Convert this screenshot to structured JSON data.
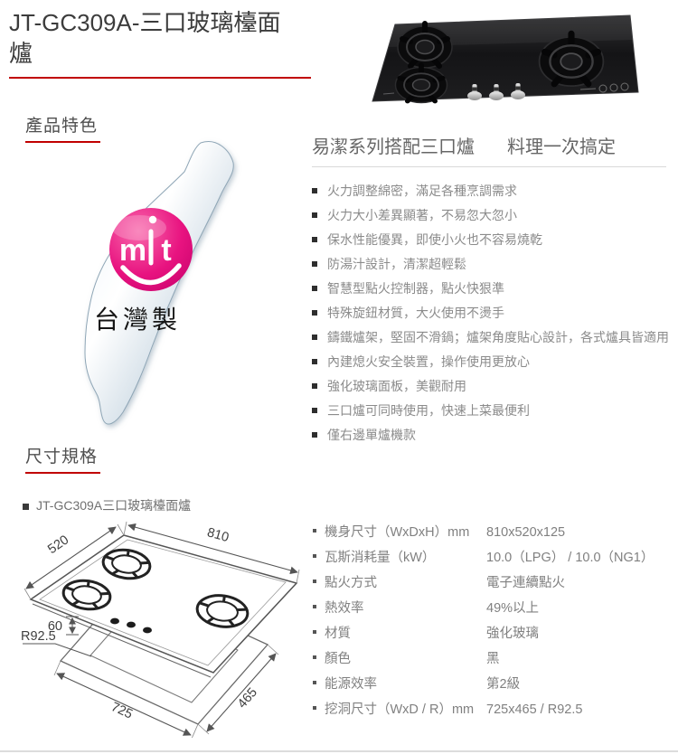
{
  "page": {
    "title": "JT-GC309A-三口玻璃檯面爐",
    "accent_color": "#c10000",
    "divider_color": "#d9d9d9"
  },
  "made_in_badge": {
    "logo_text": "mit",
    "label": "台灣製"
  },
  "features": {
    "heading": "產品特色",
    "subtitle_left": "易潔系列搭配三口爐",
    "subtitle_right": "料理一次搞定",
    "items": [
      "火力調整綿密，滿足各種烹調需求",
      "火力大小差異顯著，不易忽大忽小",
      "保水性能優異，即使小火也不容易燒乾",
      "防湯汁設計，清潔超輕鬆",
      "智慧型點火控制器，點火快狠準",
      "特殊旋鈕材質，大火使用不燙手",
      "鑄鐵爐架，堅固不滑鍋；爐架角度貼心設計，各式爐具皆適用",
      "內建熄火安全裝置，操作使用更放心",
      "強化玻璃面板，美觀耐用",
      "三口爐可同時使用，快速上菜最便利",
      "僅右邊單爐機款"
    ]
  },
  "dimensions": {
    "heading": "尺寸規格",
    "model_name": "JT-GC309A三口玻璃檯面爐",
    "drawing": {
      "width": "810",
      "depth": "520",
      "edge_gap": "60",
      "corner_radius": "R92.5",
      "cutout_width": "725",
      "cutout_depth": "465"
    }
  },
  "specs": {
    "rows": [
      {
        "label": "機身尺寸（WxDxH）mm",
        "value": "810x520x125"
      },
      {
        "label": "瓦斯消耗量（kW）",
        "value": "10.0（LPG） / 10.0（NG1）"
      },
      {
        "label": "點火方式",
        "value": "電子連續點火"
      },
      {
        "label": "熱效率",
        "value": "49%以上"
      },
      {
        "label": "材質",
        "value": "強化玻璃"
      },
      {
        "label": "顏色",
        "value": "黑"
      },
      {
        "label": "能源效率",
        "value": "第2級"
      },
      {
        "label": "挖洞尺寸（WxD / R）mm",
        "value": "725x465 / R92.5"
      }
    ]
  }
}
